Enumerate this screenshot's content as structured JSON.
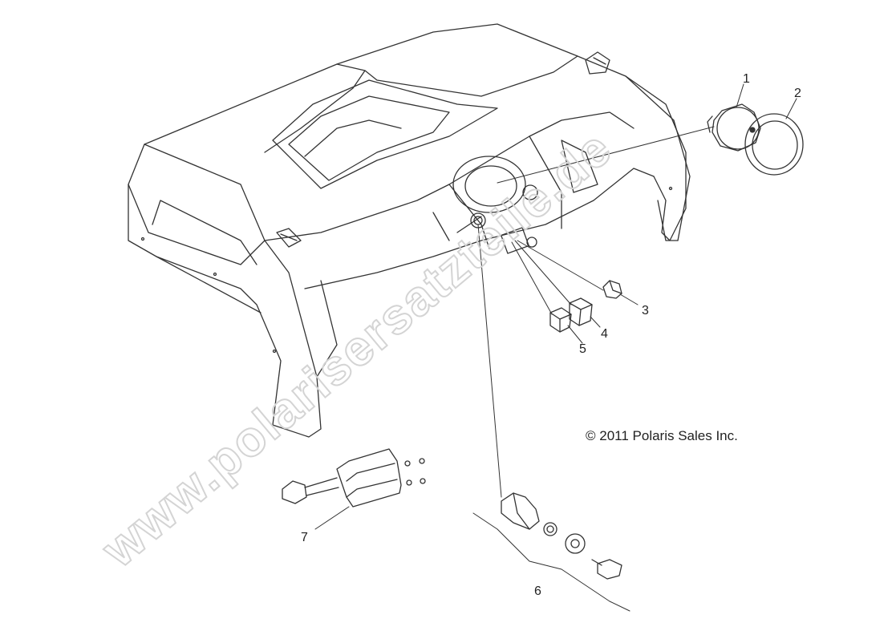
{
  "watermark": "www.polarisersatzteile.de",
  "copyright": "© 2011 Polaris Sales Inc.",
  "callouts": [
    "1",
    "2",
    "3",
    "4",
    "5",
    "6",
    "7"
  ],
  "colors": {
    "line": "#333333",
    "watermark": "#d4d4d4"
  }
}
